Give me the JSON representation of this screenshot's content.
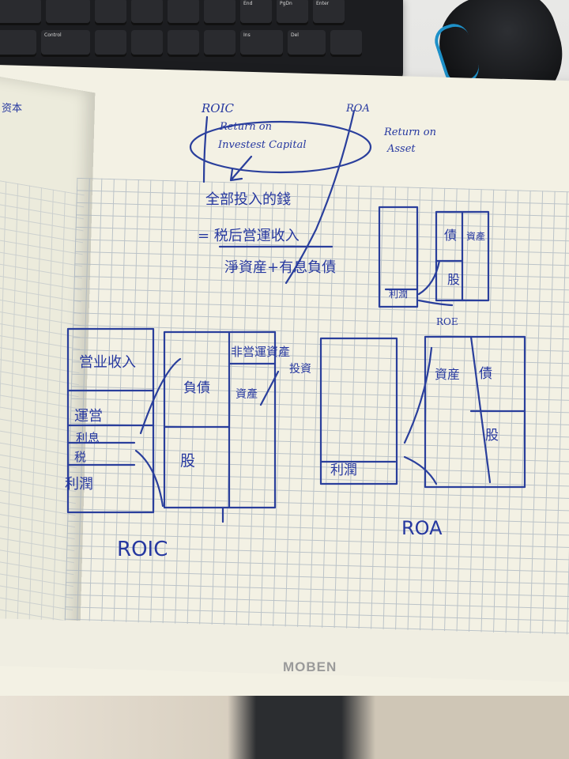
{
  "scene": {
    "description_objects": [
      "keyboard",
      "mouse",
      "grid-notebook"
    ],
    "colors": {
      "ink": "#2a3f9c",
      "paper": "#f3f1e4",
      "grid": "#a9b4bf"
    }
  },
  "keyboard": {
    "keys": [
      "Control",
      "Ins",
      "Del",
      "End",
      "PgDn",
      "Enter"
    ]
  },
  "notebook_brand": "MOBEN",
  "notes": {
    "roic_label_top": "ROIC",
    "roa_label_top": "ROA",
    "roic_expansion_1": "Return on",
    "roic_expansion_2": "Investest Capital",
    "roa_expansion_1": "Return on",
    "roa_expansion_2": "Asset",
    "line_all_capital": "全部投入的錢",
    "formula_numerator": "= 税后営運收入",
    "formula_denominator": "淨資産+有息負債",
    "small_box_debt": "債",
    "small_box_asset": "資產",
    "small_box_equity": "股",
    "small_box_profit": "利潤",
    "small_caption": "ROE",
    "pl_revenue": "営业收入",
    "pl_operating": "運営",
    "pl_interest": "利息",
    "pl_tax": "税",
    "pl_profit": "利潤",
    "bs_liability": "負債",
    "bs_non_operating": "非営運資產",
    "bs_investment": "投資",
    "bs_assets": "資產",
    "bs_equity": "股",
    "roa_profit": "利潤",
    "roa_assets": "資産",
    "roa_debt": "債",
    "roa_equity": "股",
    "caption_roic": "ROIC",
    "caption_roa": "ROA",
    "left_page_text": "资本"
  }
}
